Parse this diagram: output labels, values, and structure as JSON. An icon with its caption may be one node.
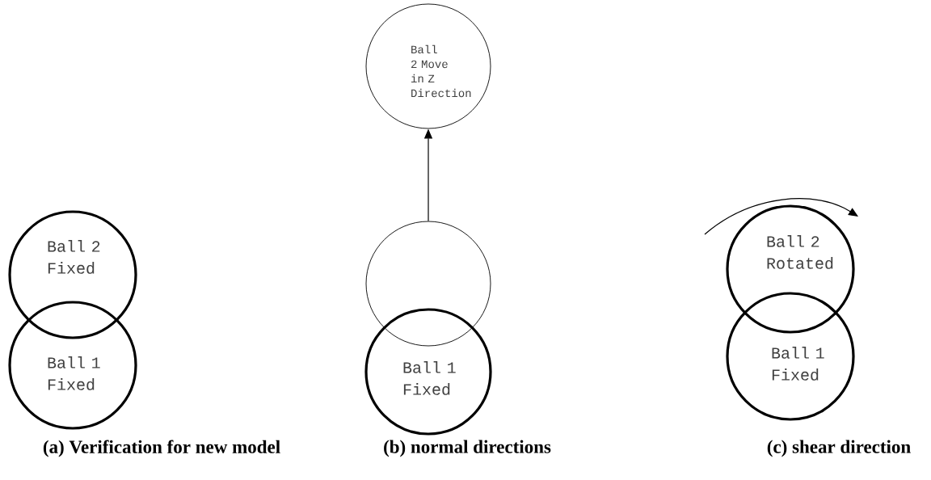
{
  "diagram": {
    "nodes": [
      {
        "text": [
          "Ball 2 Fixed"
        ]
      },
      {
        "text": [
          "Ball 1 Fixed"
        ]
      },
      {
        "text": [
          "Ball 2 Move in Z Direction"
        ]
      },
      {
        "text": [],
        "shape": "circle"
      },
      {
        "text": [
          "Ball 1 Fixed"
        ]
      },
      {
        "text": [
          "Ball 2 Rotated"
        ]
      },
      {
        "text": [
          "Ball 1 Fixed"
        ]
      }
    ],
    "edges": [
      {
        "from": 3,
        "to": 2,
        "arrow": "to"
      }
    ],
    "labels": [
      "(a) Verification for new model",
      "(b) normal directions",
      "(c) shear direction"
    ]
  }
}
